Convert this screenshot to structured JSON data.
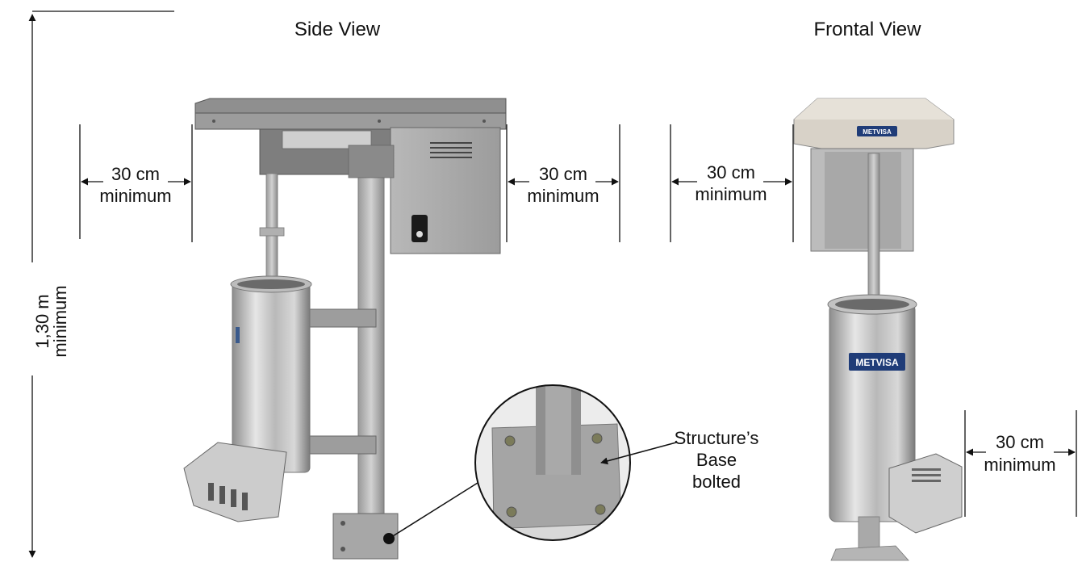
{
  "views": {
    "side": "Side View",
    "frontal": "Frontal View"
  },
  "height_dim": {
    "value": "1,30 m",
    "qualifier": "minimum"
  },
  "clearances": [
    {
      "value": "30 cm",
      "qualifier": "minimum"
    },
    {
      "value": "30 cm",
      "qualifier": "minimum"
    },
    {
      "value": "30 cm",
      "qualifier": "minimum"
    },
    {
      "value": "30 cm",
      "qualifier": "minimum"
    }
  ],
  "base_callout": {
    "line1": "Structure’s",
    "line2": "Base",
    "line3": "bolted"
  },
  "brand": "METVISA"
}
